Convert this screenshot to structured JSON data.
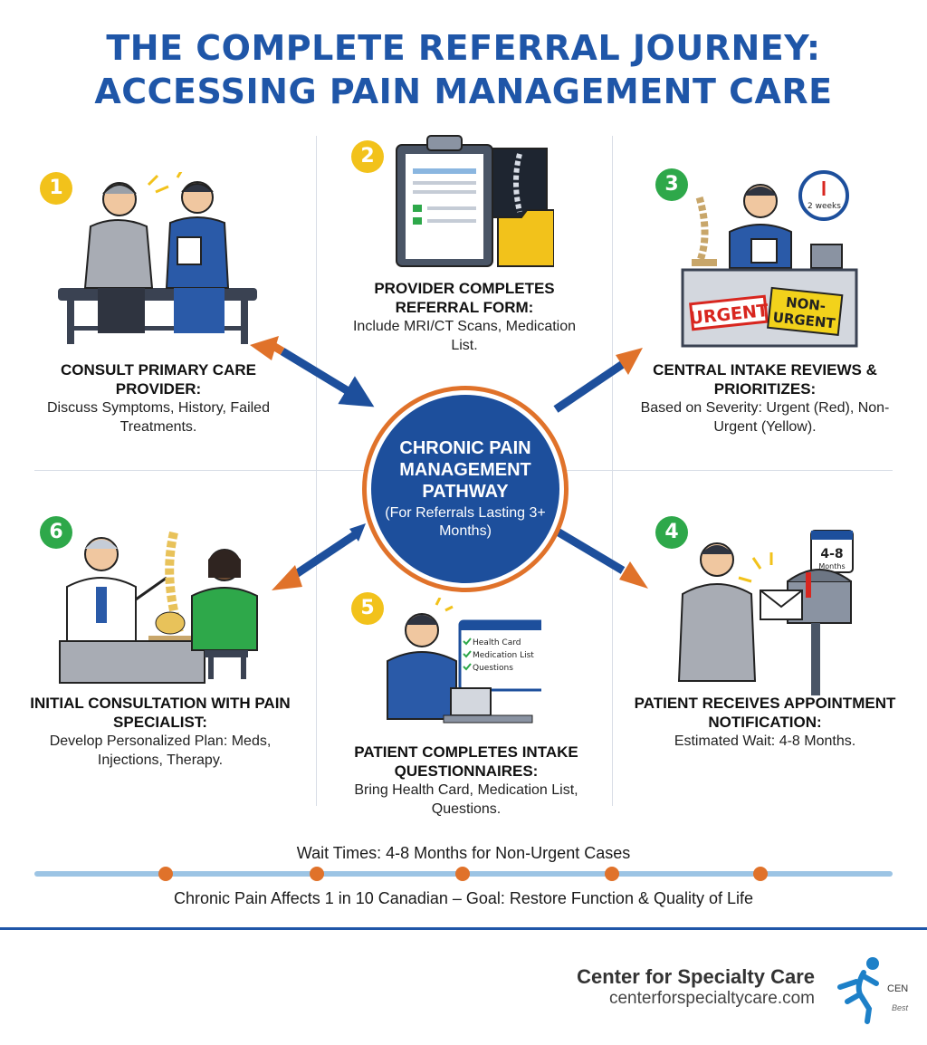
{
  "title": {
    "line1": "THE COMPLETE REFERRAL JOURNEY:",
    "line2": "ACCESSING PAIN MANAGEMENT CARE"
  },
  "center": {
    "title": "CHRONIC PAIN MANAGEMENT PATHWAY",
    "subtitle": "(For Referrals Lasting 3+ Months)"
  },
  "steps": [
    {
      "number": "1",
      "heading": "Consult Primary Care Provider:",
      "body": "Discuss Symptoms, History, Failed Treatments."
    },
    {
      "number": "2",
      "heading": "Provider Completes Referral Form:",
      "body": "Include MRI/CT Scans, Medication List."
    },
    {
      "number": "3",
      "heading": "Central Intake Reviews & Prioritizes:",
      "body": "Based on Severity: Urgent (Red), Non-Urgent (Yellow)."
    },
    {
      "number": "4",
      "heading": "Patient Receives Appointment Notification:",
      "body": "Estimated Wait: 4-8 Months."
    },
    {
      "number": "5",
      "heading": "Patient Completes Intake Questionnaires:",
      "body": "Bring Health Card, Medication List, Questions."
    },
    {
      "number": "6",
      "heading": "Initial Consultation with Pain Specialist:",
      "body": "Develop Personalized Plan: Meds, Injections, Therapy."
    }
  ],
  "illustrations": {
    "stamp_urgent": "URGENT",
    "stamp_non": "NON-",
    "stamp_urgent2": "URGENT",
    "calendar": "4-8",
    "calendar_sub": "Months",
    "clock": "2 weeks",
    "checklist": [
      "Health Card",
      "Medication List",
      "Questions"
    ]
  },
  "timeline": {
    "top_caption": "Wait Times: 4-8 Months for Non-Urgent Cases",
    "bottom_caption": "Chronic Pain Affects 1 in 10 Canadian – Goal: Restore Function & Quality of Life"
  },
  "footer": {
    "brand": "Center for Specialty Care",
    "url": "centerforspecialtycare.com",
    "logo_cut": "CEN",
    "logo_cut2": "Best"
  },
  "colors": {
    "primary": "#1f56a8",
    "accent": "#e0722a",
    "urgent": "#d8261f",
    "non_urgent": "#f2d21b"
  }
}
